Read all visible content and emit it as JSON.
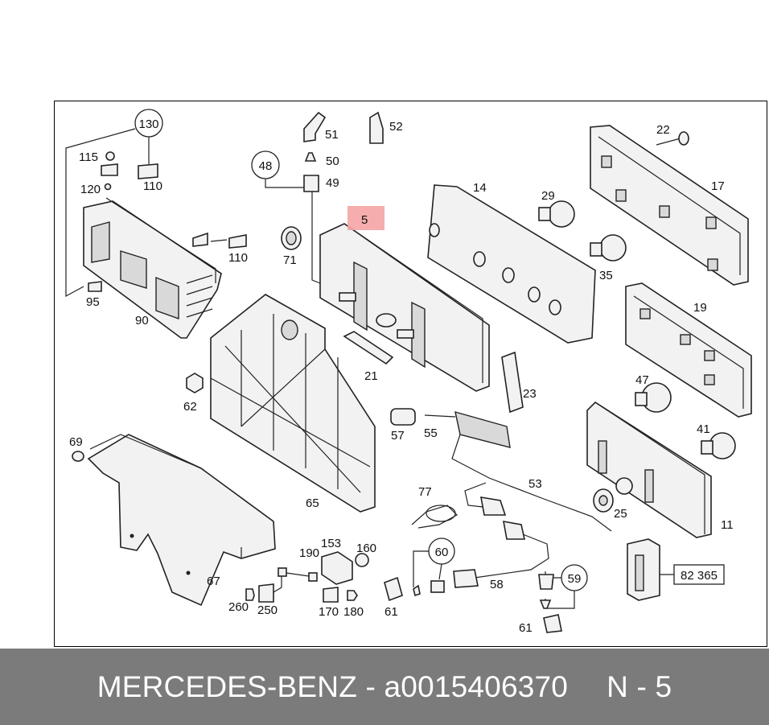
{
  "diagram": {
    "highlight_part": "5",
    "highlight_color": "#f4a4a4",
    "part_labels": [
      "130",
      "115",
      "110",
      "120",
      "110",
      "95",
      "90",
      "51",
      "52",
      "48",
      "50",
      "49",
      "71",
      "5",
      "14",
      "29",
      "22",
      "17",
      "35",
      "19",
      "21",
      "23",
      "47",
      "41",
      "62",
      "57",
      "55",
      "69",
      "65",
      "77",
      "53",
      "25",
      "11",
      "153",
      "160",
      "190",
      "67",
      "60",
      "58",
      "59",
      "82 365",
      "260",
      "250",
      "170",
      "180",
      "61",
      "61"
    ]
  },
  "footer": {
    "brand": "MERCEDES-BENZ - a0015406370",
    "page": "N - 5",
    "background": "#7b7b7b"
  }
}
